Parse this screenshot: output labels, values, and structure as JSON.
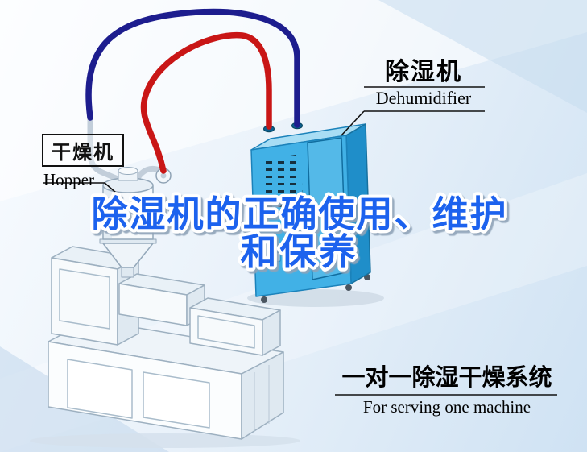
{
  "title": {
    "line1": "除湿机的正确使用、维护",
    "line2": "和保养",
    "color": "#1e62ee"
  },
  "labels": {
    "dehumidifier": {
      "cn": "除湿机",
      "en": "Dehumidifier"
    },
    "hopper": {
      "cn": "干燥机",
      "en": "Hopper"
    },
    "system": {
      "cn": "一对一除湿干燥系统",
      "en": "For serving one machine"
    }
  },
  "colors": {
    "title_blue": "#1e62ee",
    "pipe_red": "#c91616",
    "pipe_navy": "#1d1d8e",
    "machine_blue": "#41b1e6",
    "line_black": "#111111"
  },
  "icons": {
    "dehumidifier_unit": "dehumidifier-machine-illustration",
    "hopper_unit": "hopper-dryer-illustration",
    "molding_unit": "injection-molding-machine-illustration",
    "red_pipe": "red-hose-pipe",
    "navy_pipe": "navy-hose-pipe"
  }
}
